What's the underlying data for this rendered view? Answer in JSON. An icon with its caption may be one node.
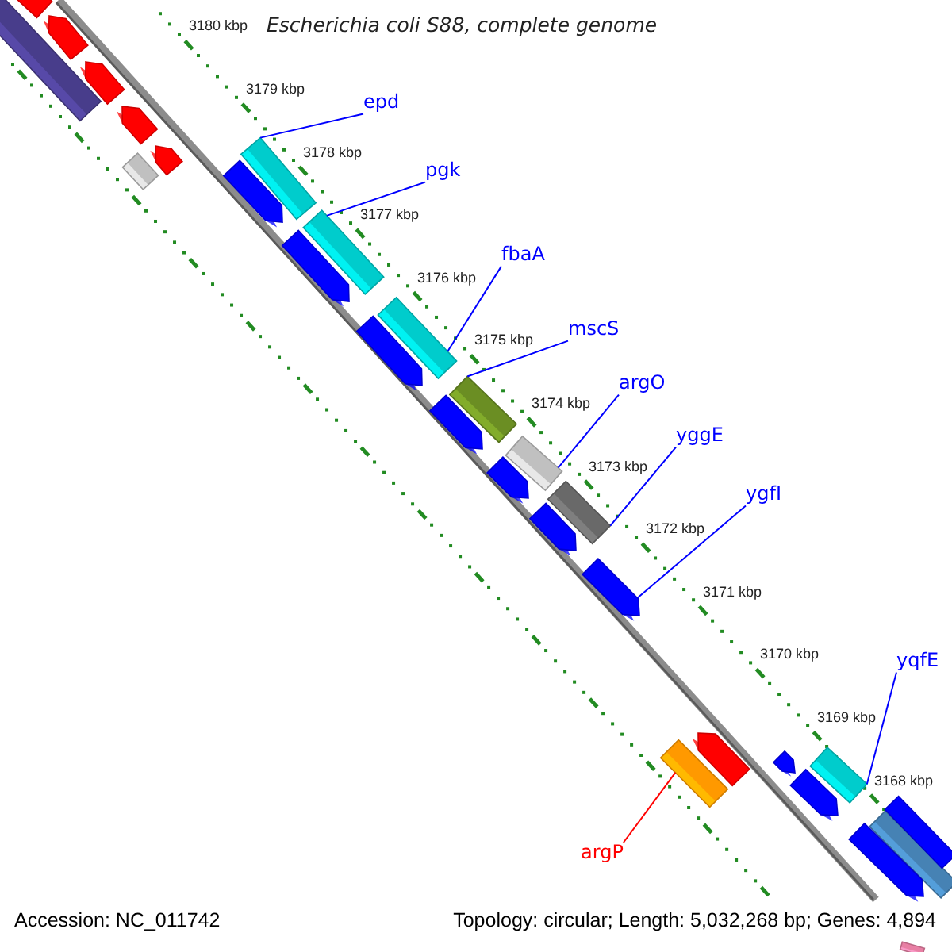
{
  "diagram": {
    "title": "Escherichia coli S88, complete genome",
    "nodes": [
      {
        "text": [],
        "shape": "bar"
      },
      {
        "text": [],
        "shape": "bar"
      },
      {
        "text": [],
        "shape": "bar"
      },
      {
        "text": [],
        "shape": "bar"
      },
      {
        "text": [
          "epd"
        ]
      },
      {
        "text": [],
        "shape": "bar"
      },
      {
        "text": [],
        "shape": "bar"
      },
      {
        "text": [],
        "shape": "bar"
      },
      {
        "text": [],
        "shape": "bar"
      },
      {
        "text": [],
        "shape": "bar"
      },
      {
        "text": [
          "pgk"
        ]
      },
      {
        "text": [],
        "shape": "bar"
      },
      {
        "text": [],
        "shape": "bar"
      },
      {
        "text": [
          "fbaA"
        ]
      },
      {
        "text": [],
        "shape": "bar"
      },
      {
        "text": [],
        "shape": "bar"
      },
      {
        "text": [
          "mscS"
        ]
      },
      {
        "text": [],
        "shape": "bar"
      },
      {
        "text": [],
        "shape": "bar"
      },
      {
        "text": [
          "argO"
        ]
      },
      {
        "text": [],
        "shape": "bar"
      },
      {
        "text": [],
        "shape": "bar"
      },
      {
        "text": [
          "yggE"
        ]
      },
      {
        "text": [],
        "shape": "bar"
      },
      {
        "text": [],
        "shape": "bar"
      },
      {
        "text": [
          "ygfI"
        ]
      },
      {
        "text": [],
        "shape": "bar"
      },
      {
        "text": [
          "yqfE"
        ]
      },
      {
        "text": [],
        "shape": "bar"
      },
      {
        "text": [],
        "shape": "bar"
      },
      {
        "text": [],
        "shape": "bar"
      },
      {
        "text": [],
        "shape": "bar"
      },
      {
        "text": [],
        "shape": "bar"
      },
      {
        "text": [],
        "shape": "bar"
      },
      {
        "text": [],
        "shape": "bar"
      },
      {
        "text": [],
        "shape": "bar"
      },
      {
        "text": [
          "argP"
        ]
      },
      {
        "text": [],
        "shape": "bar"
      }
    ],
    "edges": [
      {
        "from": 4,
        "to": 6,
        "arrow": "none"
      },
      {
        "from": 10,
        "to": 11,
        "arrow": "none"
      },
      {
        "from": 13,
        "to": 14,
        "arrow": "none"
      },
      {
        "from": 16,
        "to": 17,
        "arrow": "none"
      },
      {
        "from": 19,
        "to": 20,
        "arrow": "none"
      },
      {
        "from": 22,
        "to": 23,
        "arrow": "none"
      },
      {
        "from": 25,
        "to": 26,
        "arrow": "none"
      },
      {
        "from": 27,
        "to": 31,
        "arrow": "none"
      },
      {
        "from": 36,
        "to": 29,
        "arrow": "none",
        "color": "#ff0000"
      }
    ],
    "labels": [
      "3180 kbp",
      "3179 kbp",
      "3178 kbp",
      "3177 kbp",
      "3176 kbp",
      "3175 kbp",
      "3174 kbp",
      "3173 kbp",
      "3172 kbp",
      "3171 kbp",
      "3170 kbp",
      "3169 kbp",
      "3168 kbp",
      "Accession: NC_011742",
      "Topology: circular; Length: 5,032,268 bp; Genes: 4,894"
    ]
  }
}
